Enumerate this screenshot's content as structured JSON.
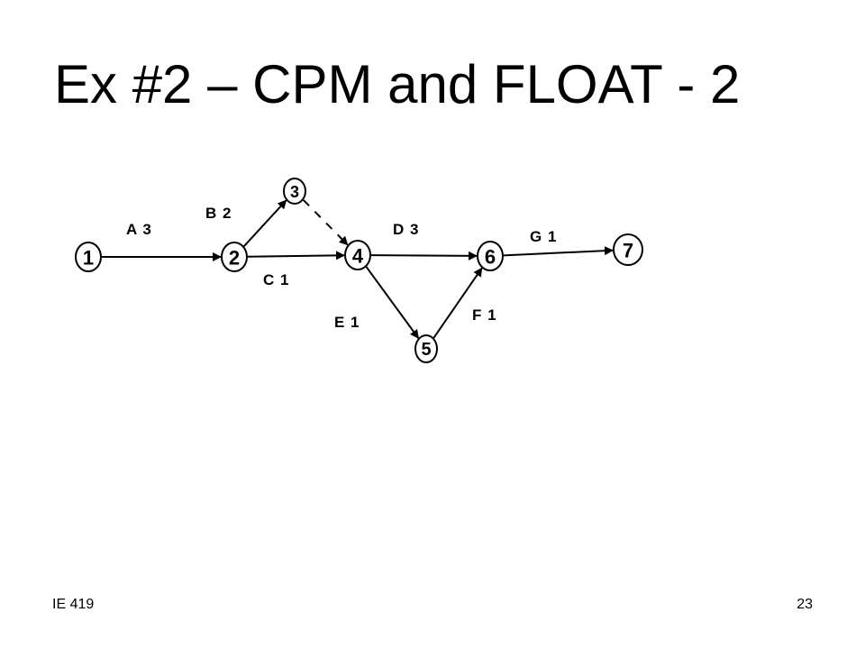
{
  "slide": {
    "title": "Ex #2 – CPM and FLOAT - 2",
    "footer_left": "IE 419",
    "page_number": "23"
  },
  "network": {
    "nodes": [
      {
        "id": "1",
        "label": "1"
      },
      {
        "id": "2",
        "label": "2"
      },
      {
        "id": "3",
        "label": "3"
      },
      {
        "id": "4",
        "label": "4"
      },
      {
        "id": "5",
        "label": "5"
      },
      {
        "id": "6",
        "label": "6"
      },
      {
        "id": "7",
        "label": "7"
      }
    ],
    "activities": [
      {
        "from": "1",
        "to": "2",
        "label": "A 3",
        "dummy": false
      },
      {
        "from": "2",
        "to": "3",
        "label": "B 2",
        "dummy": false
      },
      {
        "from": "2",
        "to": "4",
        "label": "C 1",
        "dummy": false
      },
      {
        "from": "3",
        "to": "4",
        "label": "",
        "dummy": true
      },
      {
        "from": "4",
        "to": "6",
        "label": "D 3",
        "dummy": false
      },
      {
        "from": "4",
        "to": "5",
        "label": "E 1",
        "dummy": false
      },
      {
        "from": "5",
        "to": "6",
        "label": "F 1",
        "dummy": false
      },
      {
        "from": "6",
        "to": "7",
        "label": "G 1",
        "dummy": false
      }
    ]
  }
}
